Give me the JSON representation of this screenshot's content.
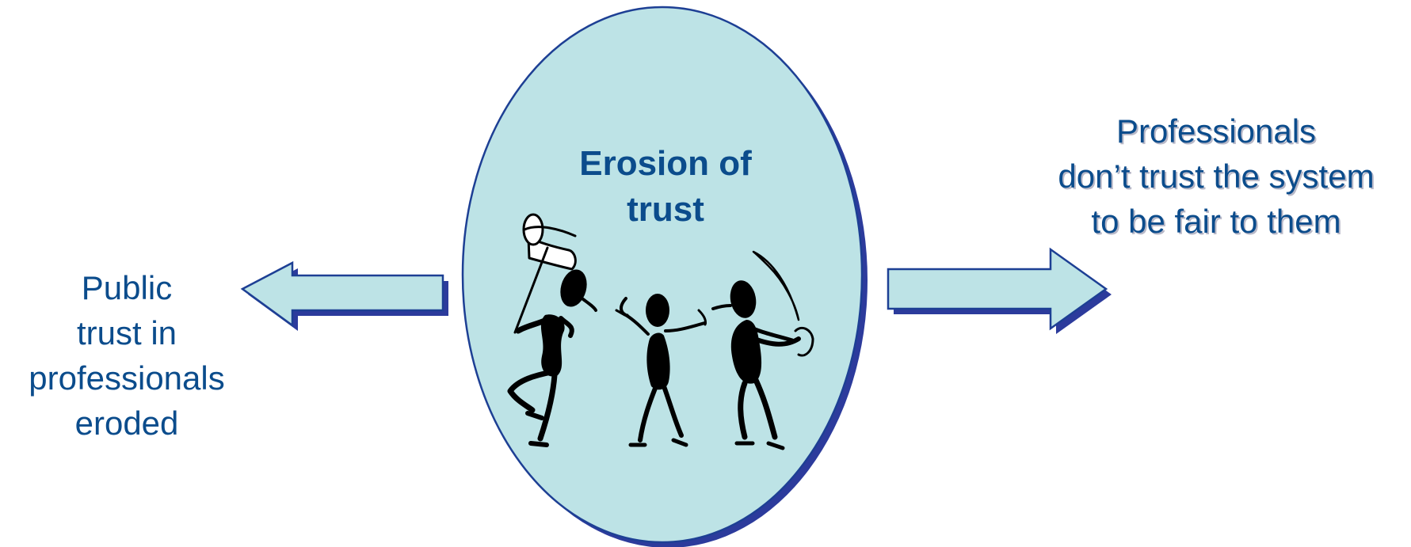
{
  "colors": {
    "text": "#0b4c8c",
    "ellipse_fill": "#bde3e6",
    "outline": "#1d3f94",
    "shadow": "#2c3b9c",
    "arrow_fill": "#bde3e6",
    "figure": "#000000"
  },
  "center": {
    "title_line1": "Erosion of",
    "title_line2": "trust"
  },
  "left": {
    "line1": "Public",
    "line2": "trust in",
    "line3": "professionals",
    "line4": "eroded"
  },
  "right": {
    "line1": "Professionals",
    "line2": "don’t trust the system",
    "line3": "to be fair to them"
  },
  "icons": {
    "left_arrow": "arrow-left-icon",
    "right_arrow": "arrow-right-icon",
    "figures": "fighting-stick-figures-icon"
  }
}
